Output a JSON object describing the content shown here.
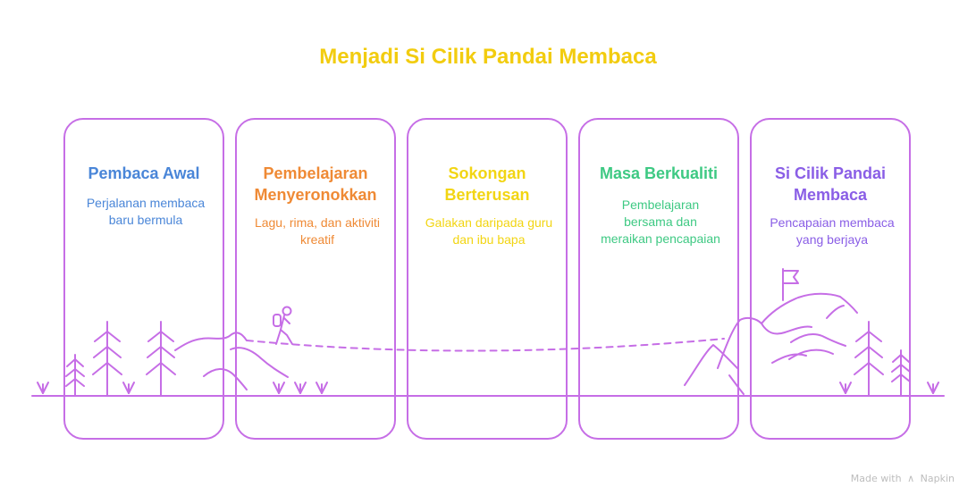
{
  "title": "Menjadi Si Cilik Pandai Membaca",
  "colors": {
    "title": "#f2cc0f",
    "card_border": "#c66ee6",
    "scene_line": "#c66ee6"
  },
  "stages": [
    {
      "title_lines": [
        "Pembaca Awal"
      ],
      "desc_lines": [
        "Perjalanan membaca",
        "baru bermula"
      ],
      "color": "#4a86d8"
    },
    {
      "title_lines": [
        "Pembelajaran",
        "Menyeronokkan"
      ],
      "desc_lines": [
        "Lagu, rima, dan aktiviti",
        "kreatif"
      ],
      "color": "#ef8a35"
    },
    {
      "title_lines": [
        "Sokongan",
        "Berterusan"
      ],
      "desc_lines": [
        "Galakan daripada guru",
        "dan ibu bapa"
      ],
      "color": "#f2d513"
    },
    {
      "title_lines": [
        "Masa Berkualiti"
      ],
      "desc_lines": [
        "Pembelajaran",
        "bersama dan",
        "meraikan pencapaian"
      ],
      "color": "#3ec983"
    },
    {
      "title_lines": [
        "Si Cilik Pandai",
        "Membaca"
      ],
      "desc_lines": [
        "Pencapaian membaca",
        "yang berjaya"
      ],
      "color": "#8a5ee6"
    }
  ],
  "icons": {
    "hiker": "hiker-icon",
    "flag": "flag-icon",
    "tree": "pine-tree-icon",
    "grass": "grass-tuft-icon",
    "mountain": "mountain-icon",
    "brand": "napkin-logo-icon"
  },
  "watermark": {
    "prefix": "Made with",
    "brand": "Napkin"
  }
}
